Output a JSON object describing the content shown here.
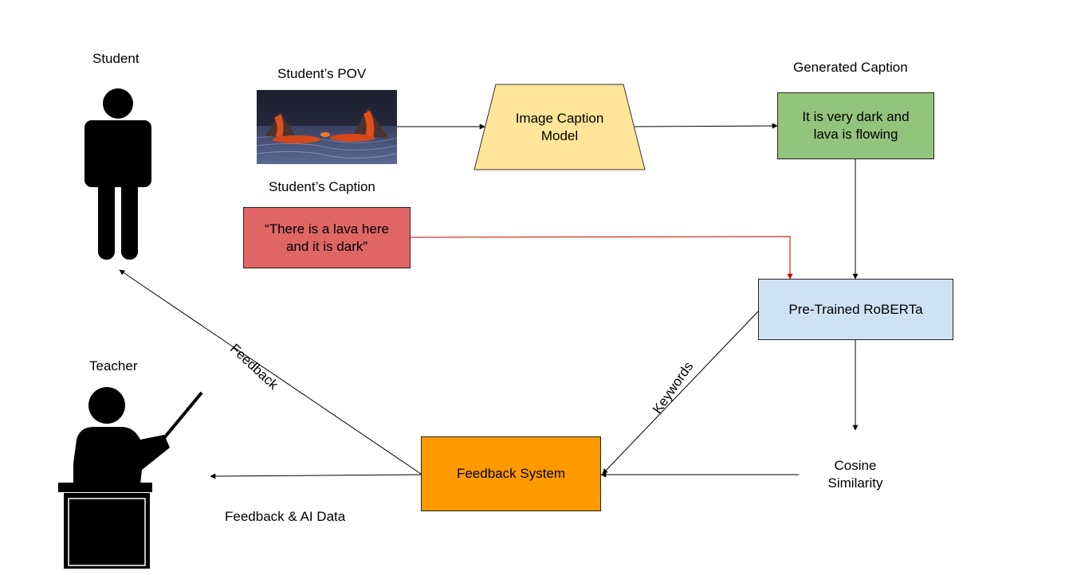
{
  "labels": {
    "student": "Student",
    "teacher": "Teacher",
    "students_pov": "Student’s POV",
    "students_caption": "Student’s Caption",
    "generated_caption": "Generated Caption",
    "cosine_line1": "Cosine",
    "cosine_line2": "Similarity",
    "feedback_ai_data": "Feedback & AI Data"
  },
  "nodes": {
    "image_caption_model": {
      "line1": "Image Caption",
      "line2": "Model",
      "fill": "#ffe599"
    },
    "generated_caption_box": {
      "line1": "It is very dark and",
      "line2": "lava is flowing",
      "fill": "#93c47d"
    },
    "student_caption_box": {
      "line1": "“There is a lava here",
      "line2": "and it is dark”",
      "fill": "#e06666"
    },
    "roberta": {
      "text": "Pre-Trained RoBERTa",
      "fill": "#cfe2f3"
    },
    "feedback_system": {
      "text": "Feedback System",
      "fill": "#ff9900"
    }
  },
  "edges": {
    "feedback": "Feedback",
    "keywords": "Keywords"
  },
  "colors": {
    "line": "#000000",
    "highlight_line": "#cc0000",
    "silhouette": "#000000"
  }
}
